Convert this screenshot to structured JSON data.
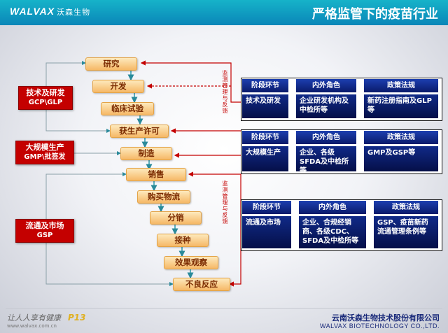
{
  "header": {
    "logo_text": "WALVAX",
    "logo_cn": "沃森生物",
    "title": "严格监管下的疫苗行业"
  },
  "flow_steps": [
    "研究",
    "开发",
    "临床试验",
    "获生产许可",
    "制造",
    "销售",
    "购买物流",
    "分销",
    "接种",
    "效果观察",
    "不良反应"
  ],
  "categories": [
    {
      "name": "技术及研发",
      "code": "GCP\\GLP"
    },
    {
      "name": "大规模生产",
      "code": "GMP\\批签发"
    },
    {
      "name": "流通及市场",
      "code": "GSP"
    }
  ],
  "vertical_labels": [
    "监测管理与反馈",
    "监测管理与反馈"
  ],
  "panels": [
    {
      "headers": [
        "阶段环节",
        "内外角色",
        "政策法规"
      ],
      "cells": [
        "技术及研发",
        "企业研发机构及中检所等",
        "新药注册指南及GLP等"
      ]
    },
    {
      "headers": [
        "阶段环节",
        "内外角色",
        "政策法规"
      ],
      "cells": [
        "大规模生产",
        "企业、各级SFDA及中检所等",
        "GMP及GSP等"
      ]
    },
    {
      "headers": [
        "阶段环节",
        "内外角色",
        "政策法规"
      ],
      "cells": [
        "流通及市场",
        "企业、合规经销商、各级CDC、SFDA及中检所等",
        "GSP、疫苗新药流通管理条例等"
      ]
    }
  ],
  "footer": {
    "slogan": "让人人享有健康",
    "url": "www.walvax.com.cn",
    "page": "P13",
    "company_cn": "云南沃森生物技术股份有限公司",
    "company_en": "WALVAX BIOTECHNOLOGY CO.,LTD."
  },
  "colors": {
    "accent": "#c40000",
    "topbar": "#0a86b8",
    "panel": "#0a1a6a",
    "step": "#f6b866"
  }
}
